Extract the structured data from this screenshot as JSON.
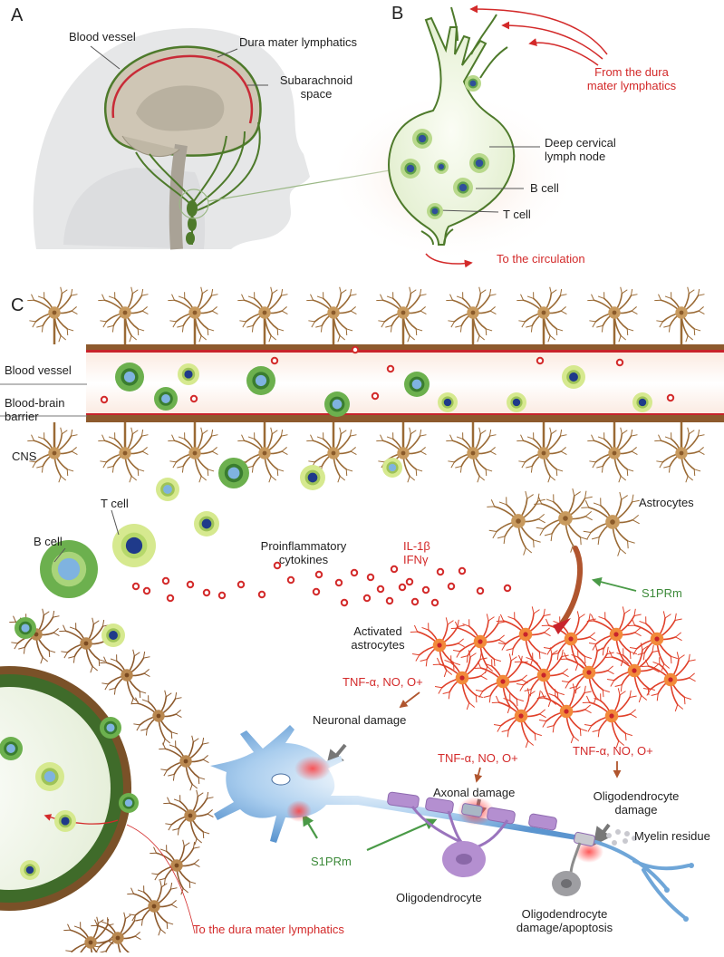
{
  "panels": {
    "a": "A",
    "b": "B",
    "c": "C"
  },
  "panel_a": {
    "blood_vessel": "Blood vessel",
    "dura_lymphatics": "Dura mater lymphatics",
    "subarachnoid_line1": "Subarachnoid",
    "subarachnoid_line2": "space"
  },
  "panel_b": {
    "from_dura_line1": "From the dura",
    "from_dura_line2": "mater lymphatics",
    "deep_cervical_line1": "Deep cervical",
    "deep_cervical_line2": "lymph node",
    "b_cell": "B cell",
    "t_cell": "T cell",
    "to_circulation": "To the circulation"
  },
  "panel_c": {
    "blood_vessel": "Blood vessel",
    "bbb_line1": "Blood-brain",
    "bbb_line2": "barrier",
    "cns": "CNS",
    "t_cell": "T cell",
    "b_cell": "B cell",
    "proinflam_line1": "Proinflammatory",
    "proinflam_line2": "cytokines",
    "il1b": "IL-1β",
    "ifng": "IFNγ",
    "astrocytes": "Astrocytes",
    "s1prm_top": "S1PRm",
    "activated_line1": "Activated",
    "activated_line2": "astrocytes",
    "tnf_1": "TNF-α, NO, O+",
    "tnf_2": "TNF-α, NO, O+",
    "tnf_3": "TNF-α, NO, O+",
    "neuronal_damage": "Neuronal damage",
    "axonal_damage": "Axonal damage",
    "oligo_damage_line1": "Oligodendrocyte",
    "oligo_damage_line2": "damage",
    "myelin_residue": "Myelin residue",
    "s1prm_bottom": "S1PRm",
    "oligodendrocyte": "Oligodendrocyte",
    "oligo_apop_line1": "Oligodendrocyte",
    "oligo_apop_line2": "damage/apoptosis",
    "to_dura": "To the dura mater lymphatics"
  },
  "colors": {
    "label": "#1f1f1f",
    "red_label": "#d32a2a",
    "green_label": "#3d8a3a",
    "vessel_wall": "#c8232b",
    "lymph_green": "#4f7a2a",
    "astrocyte": "#9a6a35",
    "activated_astrocyte": "#e0402a",
    "neuron": "#6fa6d8",
    "myelin": "#b48fd0"
  }
}
